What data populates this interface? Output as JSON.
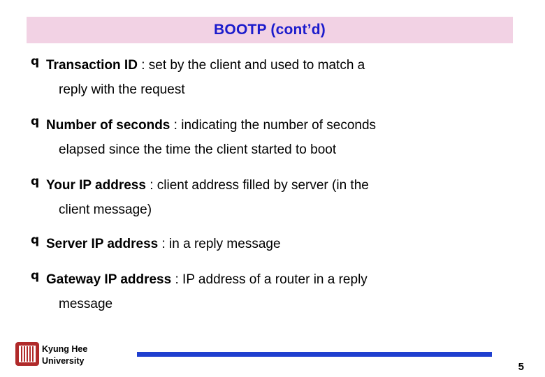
{
  "slide": {
    "title": "BOOTP (cont’d)",
    "title_bg_color": "#f2d2e4",
    "title_text_color": "#1c1ccc",
    "bullet_marker": "q",
    "bullets": [
      {
        "term": "Transaction ID",
        "separator": " : ",
        "rest": "set by the client and used to match a",
        "line2": "reply with the request"
      },
      {
        "term": "Number of seconds",
        "separator": " : ",
        "rest": "indicating the number of seconds",
        "line2": "elapsed since the time the client started to boot"
      },
      {
        "term": "Your IP address",
        "separator": " : ",
        "rest": "client address filled by server (in the",
        "line2": "client message)"
      },
      {
        "term": "Server IP address",
        "separator": " : ",
        "rest": "in a reply message",
        "line2": ""
      },
      {
        "term": "Gateway IP address",
        "separator": " : ",
        "rest": "IP address of a router in a reply",
        "line2": "message"
      }
    ]
  },
  "footer": {
    "org_line1": "Kyung Hee",
    "org_line2": "University",
    "page_number": "5",
    "rule_color": "#1f3fcf"
  }
}
